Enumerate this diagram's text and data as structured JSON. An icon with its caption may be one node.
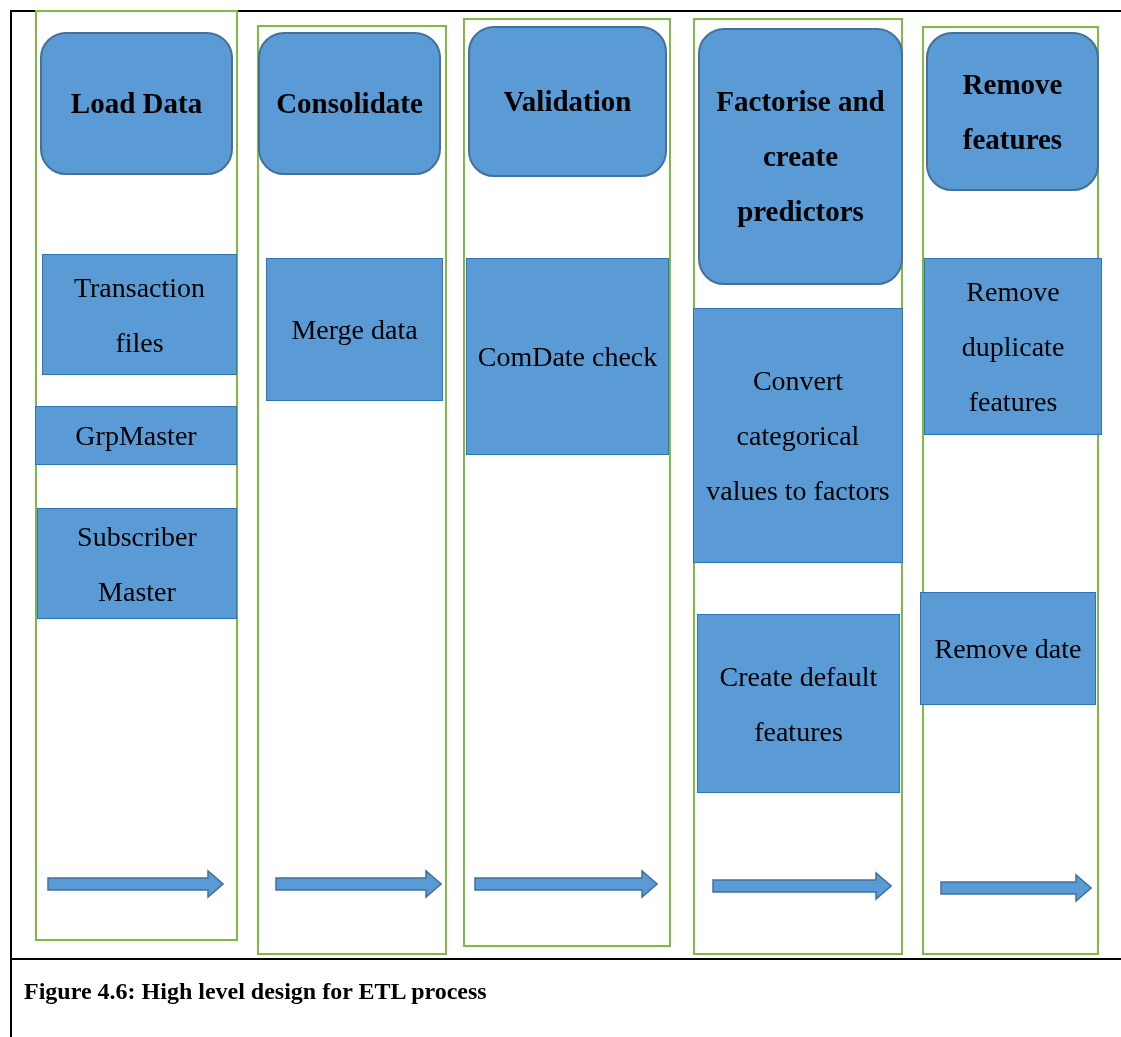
{
  "diagram": {
    "caption": "Figure 4.6: High level design for ETL process",
    "nodes": [
      {
        "text": [],
        "shape": "box"
      },
      {
        "text": [
          "Load Data"
        ],
        "in": 0
      },
      {
        "text": [
          "Transaction files"
        ],
        "in": 0
      },
      {
        "text": [
          "GrpMaster"
        ],
        "in": 0
      },
      {
        "text": [
          "Subscriber Master"
        ],
        "in": 0
      },
      {
        "text": [],
        "shape": "box"
      },
      {
        "text": [
          "Consolidate"
        ],
        "in": 5
      },
      {
        "text": [
          "Merge data"
        ],
        "in": 5
      },
      {
        "text": [],
        "shape": "box"
      },
      {
        "text": [
          "Validation"
        ],
        "in": 8
      },
      {
        "text": [
          "ComDate check"
        ],
        "in": 8
      },
      {
        "text": [],
        "shape": "box"
      },
      {
        "text": [
          "Factorise and create predictors"
        ],
        "in": 11
      },
      {
        "text": [
          "Convert categorical values to factors"
        ],
        "in": 11
      },
      {
        "text": [
          "Create default features"
        ],
        "in": 11
      },
      {
        "text": [],
        "shape": "box"
      },
      {
        "text": [
          "Remove features"
        ],
        "in": 15
      },
      {
        "text": [
          "Remove duplicate features"
        ],
        "in": 15
      },
      {
        "text": [
          "Remove date"
        ],
        "in": 15
      }
    ],
    "edges": []
  }
}
